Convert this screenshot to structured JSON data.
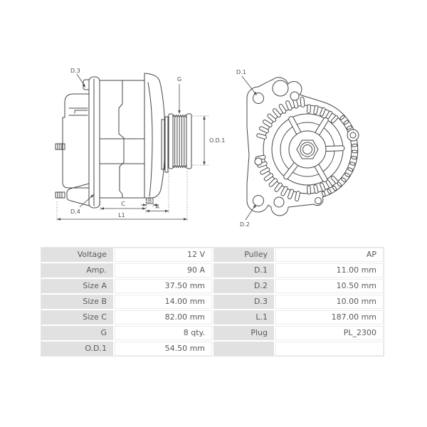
{
  "diagram": {
    "side_view": {
      "labels": {
        "d3": "D.3",
        "d4": "D.4",
        "g": "G",
        "od1": "O.D.1",
        "c": "C",
        "b": "B",
        "a": "A",
        "l1": "L1"
      }
    },
    "front_view": {
      "labels": {
        "d1": "D.1",
        "d2": "D.2"
      }
    }
  },
  "table": {
    "rows": [
      {
        "label": "Voltage",
        "value": "12 V",
        "label2": "Pulley",
        "value2": "AP"
      },
      {
        "label": "Amp.",
        "value": "90 A",
        "label2": "D.1",
        "value2": "11.00 mm"
      },
      {
        "label": "Size A",
        "value": "37.50 mm",
        "label2": "D.2",
        "value2": "10.50 mm"
      },
      {
        "label": "Size B",
        "value": "14.00 mm",
        "label2": "D.3",
        "value2": "10.00 mm"
      },
      {
        "label": "Size C",
        "value": "82.00 mm",
        "label2": "L.1",
        "value2": "187.00 mm"
      },
      {
        "label": "G",
        "value": "8 qty.",
        "label2": "Plug",
        "value2": "PL_2300"
      },
      {
        "label": "O.D.1",
        "value": "54.50 mm",
        "label2": "",
        "value2": ""
      }
    ]
  },
  "colors": {
    "label_cell_bg": "#e1e1e1",
    "value_cell_bg": "#ffffff",
    "value_cell_border": "#ececec",
    "table_text": "#595959",
    "drawing_line": "#464646",
    "diagram_label_text": "#4d4d4d",
    "background": "#ffffff"
  }
}
